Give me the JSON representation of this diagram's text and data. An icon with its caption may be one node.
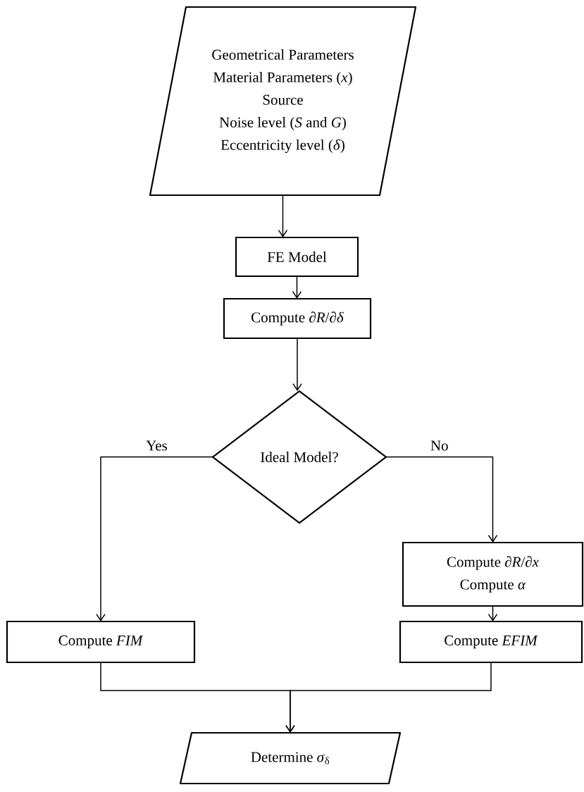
{
  "diagram": {
    "nodes": [
      {
        "text": [
          "Geometrical Parameters",
          "Material Parameters (*x*)",
          "Source",
          "Noise level (*S* and *G*)",
          "Eccentricity level (*δ*)"
        ]
      },
      {
        "text": [
          "FE Model"
        ]
      },
      {
        "text": [
          "Compute ∂*R*/∂*δ*"
        ]
      },
      {
        "text": [
          "Ideal Model?"
        ]
      },
      {
        "text": [
          "Compute ∂*R*/∂*x*",
          "Compute *α*"
        ]
      },
      {
        "text": [
          "Compute *FIM*"
        ]
      },
      {
        "text": [
          "Compute *EFIM*"
        ]
      },
      {
        "text": [
          "Determine *σ*$_{δ}$"
        ]
      }
    ],
    "edges": [
      {
        "from": 0,
        "to": 1,
        "arrow": "to"
      },
      {
        "from": 1,
        "to": 2,
        "arrow": "to"
      },
      {
        "from": 2,
        "to": 3,
        "arrow": "to"
      },
      {
        "from": 3,
        "to": 5,
        "arrow": "to",
        "label": "Yes"
      },
      {
        "from": 3,
        "to": 4,
        "arrow": "to",
        "label": "No"
      },
      {
        "from": 4,
        "to": 6,
        "arrow": "to"
      },
      {
        "from": 5,
        "to": 7,
        "arrow": "to"
      },
      {
        "from": 6,
        "to": 7,
        "arrow": "to"
      }
    ]
  }
}
